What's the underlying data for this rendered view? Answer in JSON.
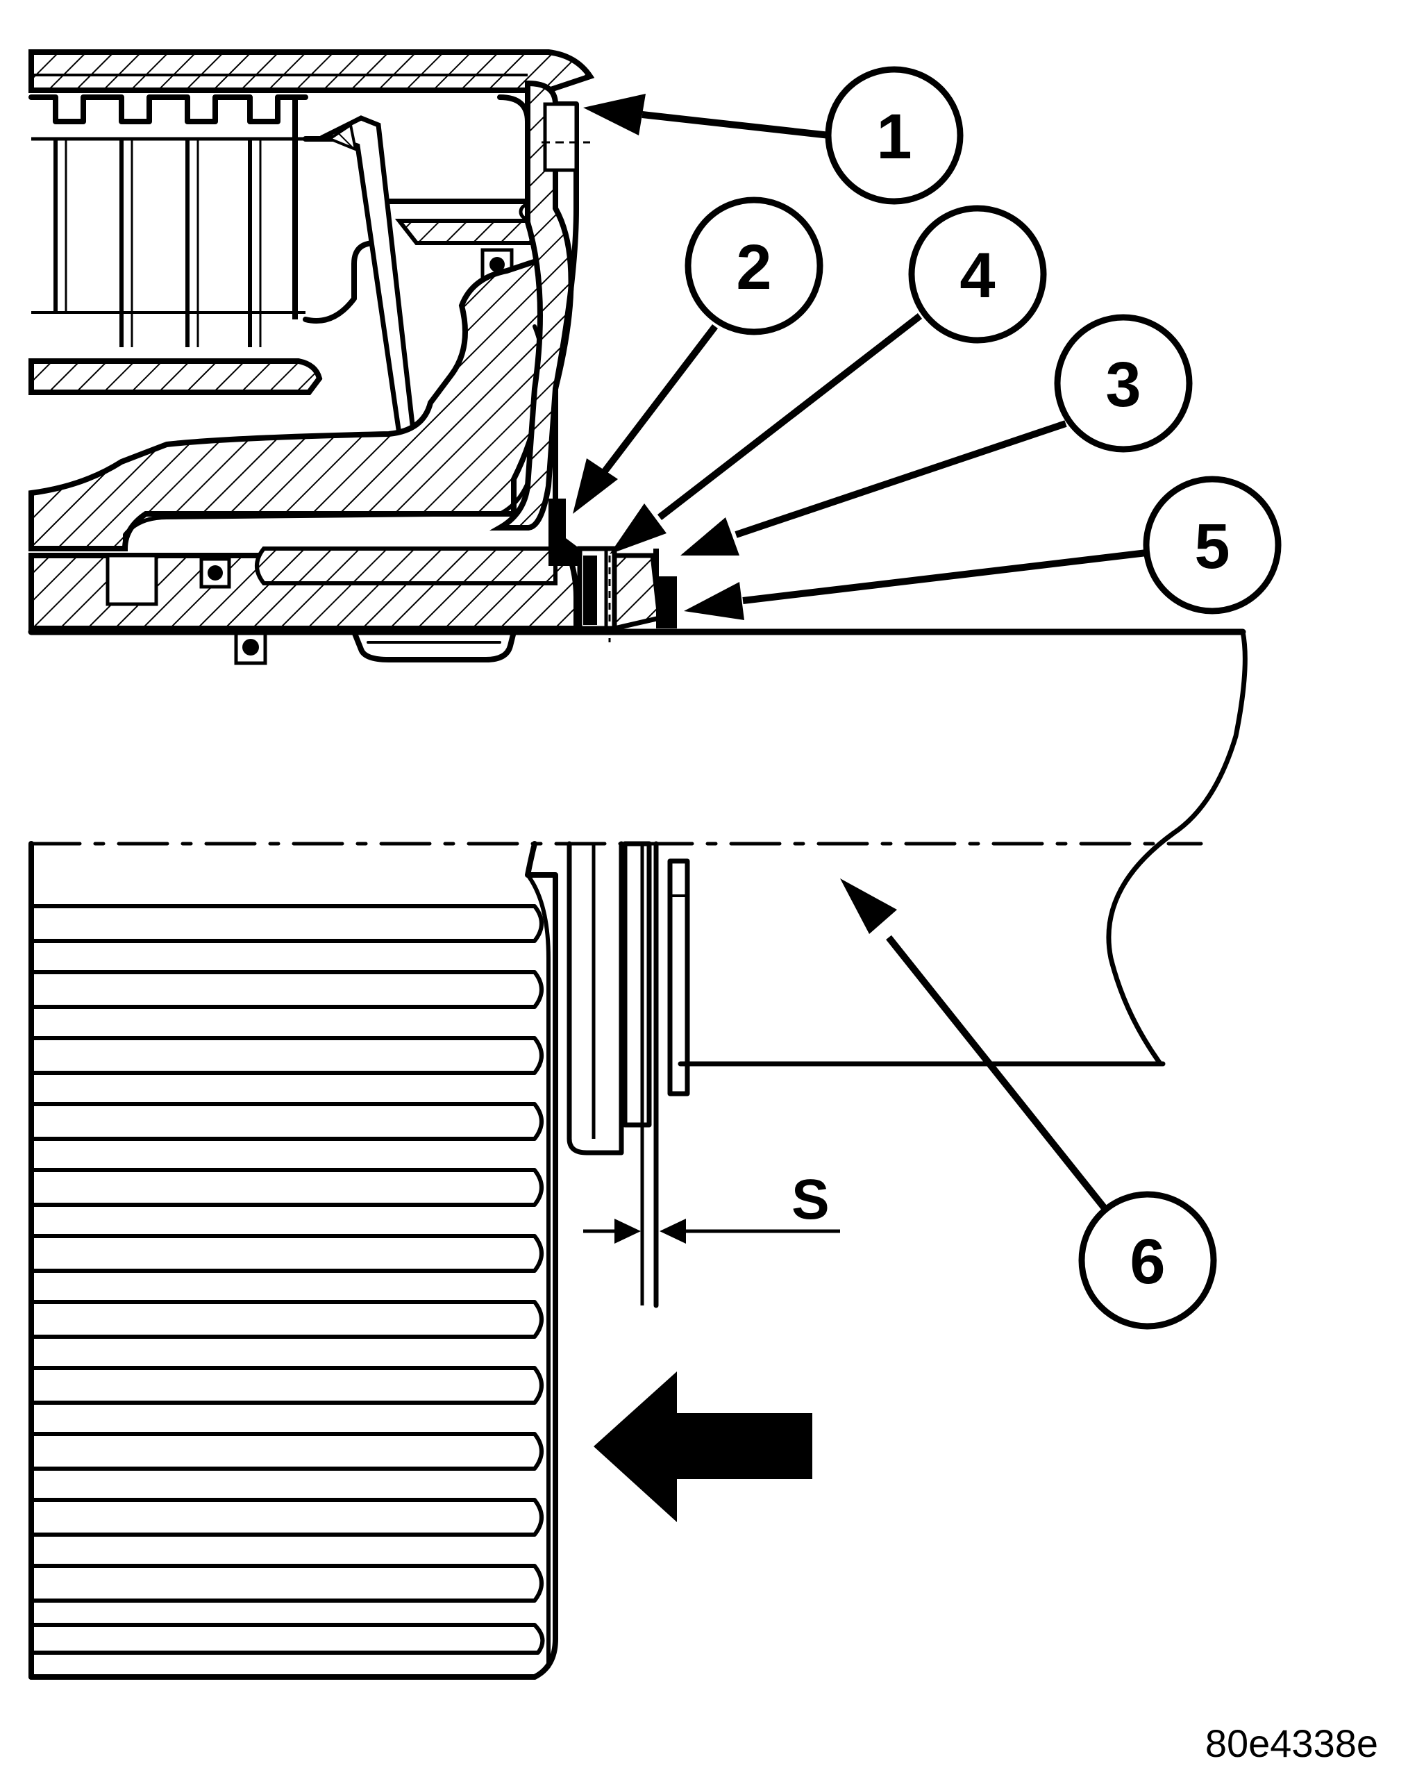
{
  "callouts": [
    {
      "id": "1",
      "label": "1"
    },
    {
      "id": "2",
      "label": "2"
    },
    {
      "id": "3",
      "label": "3"
    },
    {
      "id": "4",
      "label": "4"
    },
    {
      "id": "5",
      "label": "5"
    },
    {
      "id": "6",
      "label": "6"
    }
  ],
  "dimension": {
    "label": "S"
  },
  "figure_ref": "80e4338e"
}
